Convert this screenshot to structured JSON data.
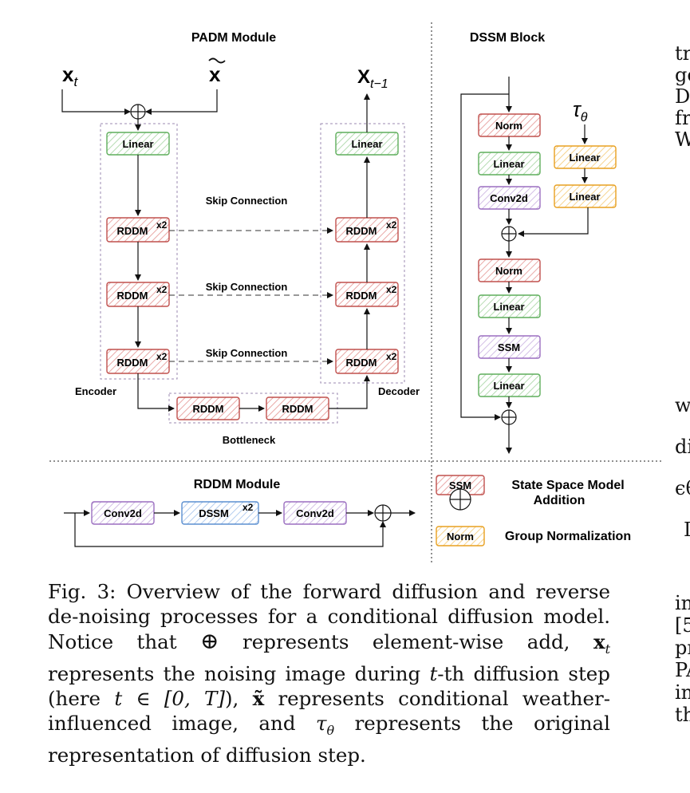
{
  "padm": {
    "title": "PADM Module",
    "input_x": "x",
    "input_x_sub": "t",
    "input_xtilde": "x",
    "output": "X",
    "output_sub": "t−1",
    "enc_linear": "Linear",
    "dec_linear": "Linear",
    "enc_rddm": [
      "RDDM",
      "RDDM",
      "RDDM"
    ],
    "dec_rddm": [
      "RDDM",
      "RDDM",
      "RDDM"
    ],
    "rddm_mult": "x2",
    "skip": [
      "Skip Connection",
      "Skip Connection",
      "Skip Connection"
    ],
    "encoder": "Encoder",
    "decoder": "Decoder",
    "bottleneck_blocks": [
      "RDDM",
      "RDDM"
    ],
    "bottleneck": "Bottleneck"
  },
  "dssm": {
    "title": "DSSM Block",
    "tau": "τ",
    "tau_sub": "θ",
    "main": [
      "Norm",
      "Linear",
      "Conv2d",
      "Norm",
      "Linear",
      "SSM",
      "Linear"
    ],
    "side": [
      "Linear",
      "Linear"
    ]
  },
  "rddm_module": {
    "title": "RDDM Module",
    "blocks": [
      "Conv2d",
      "DSSM",
      "Conv2d"
    ],
    "dssm_mult": "x2"
  },
  "legend": {
    "items": [
      {
        "symbol": "SSM",
        "label": "State Space Model"
      },
      {
        "symbol": "⊕",
        "label": "Addition"
      },
      {
        "symbol": "Norm",
        "label": "Group Normalization"
      }
    ]
  },
  "colors": {
    "red": "#c0504d",
    "green": "#5fae5c",
    "purple": "#9b6fc0",
    "orange": "#e8a020",
    "blue": "#5b8fd0"
  },
  "caption": {
    "p1": "Fig. 3: Overview of the forward diffusion and reverse de-noising processes for a conditional diffusion model. Notice that ",
    "p2": " represents element-wise add, ",
    "p3": " represents the noising image during ",
    "p4": "-th diffusion step (here ",
    "p5": "), ",
    "p6": " represents conditional weather-influenced image, and ",
    "p7": " represents the original representation of diffusion step.",
    "oplus": "⊕",
    "xt": "x",
    "xt_sub": "t",
    "t": "t",
    "range": "t ∈ [0, T]",
    "xtilde": "x̃",
    "tau": "τ",
    "tau_sub": "θ"
  },
  "right_margin": [
    "tra",
    "ge",
    "D",
    "fr",
    "W",
    "w",
    "di",
    "ϵθ",
    "I",
    "in",
    "[5",
    "pr",
    "PA",
    "in",
    "th"
  ]
}
